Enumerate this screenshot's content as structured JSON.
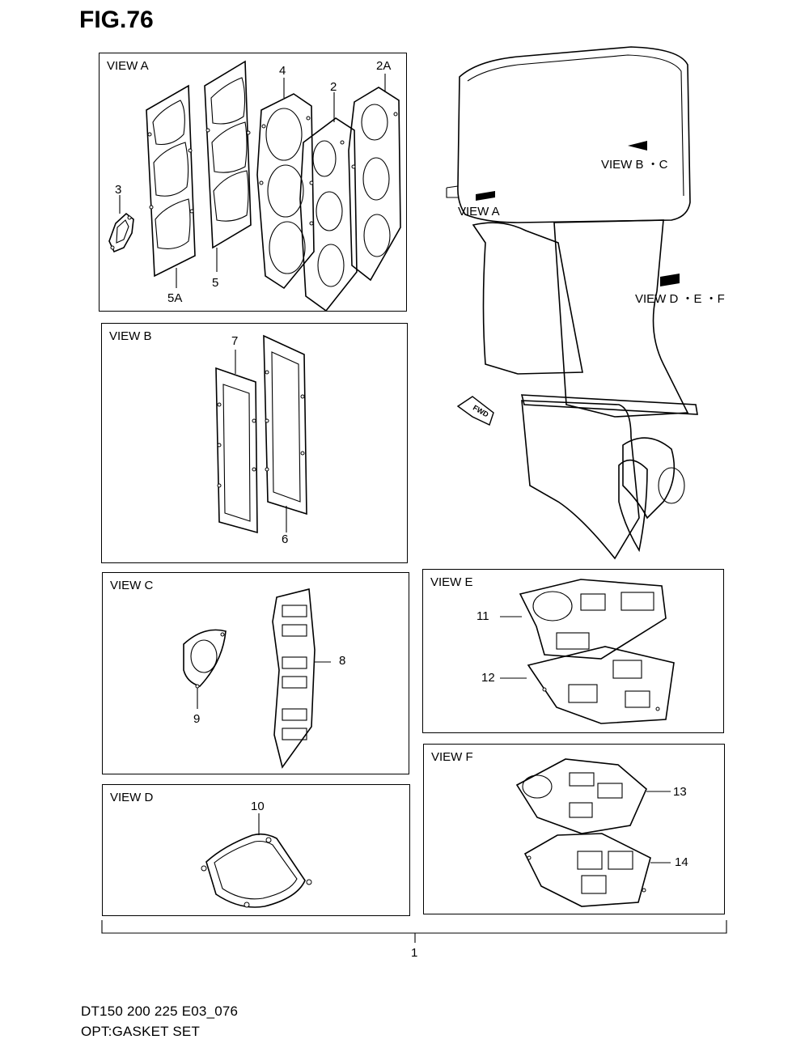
{
  "figure": {
    "title": "FIG.76"
  },
  "views": {
    "a": {
      "label": "VIEW A"
    },
    "b": {
      "label": "VIEW B"
    },
    "c": {
      "label": "VIEW C"
    },
    "d": {
      "label": "VIEW D"
    },
    "e": {
      "label": "VIEW E"
    },
    "f": {
      "label": "VIEW F"
    }
  },
  "engine": {
    "view_a_tag": "VIEW A",
    "view_bc_tag": "VIEW B ・C",
    "view_def_tag": "VIEW D ・E ・F",
    "fwd_tag": "FWD"
  },
  "parts": {
    "p1": "1",
    "p2": "2",
    "p2a": "2A",
    "p3": "3",
    "p4": "4",
    "p5": "5",
    "p5a": "5A",
    "p6": "6",
    "p7": "7",
    "p8": "8",
    "p9": "9",
    "p10": "10",
    "p11": "11",
    "p12": "12",
    "p13": "13",
    "p14": "14"
  },
  "footer": {
    "model": "DT150 200 225 E03_076",
    "description": "OPT:GASKET SET"
  }
}
